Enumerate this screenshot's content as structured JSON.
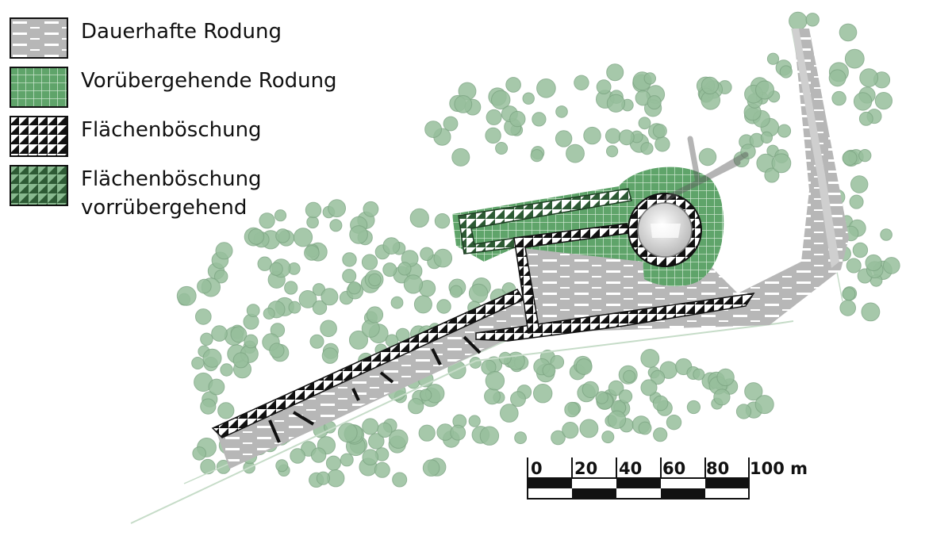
{
  "legend": [
    {
      "label": "Dauerhafte Rodung",
      "pattern": "permanent-clearing"
    },
    {
      "label": "Vorübergehende Rodung",
      "pattern": "temporary-clearing"
    },
    {
      "label": "Flächenböschung",
      "pattern": "embankment"
    },
    {
      "label": "Flächenböschung\nvorrübergehend",
      "pattern": "temporary-embankment"
    }
  ],
  "scale_bar": {
    "ticks": [
      "0",
      "20",
      "40",
      "60",
      "80",
      "100 m"
    ]
  },
  "colors": {
    "tree": "#97bf9c",
    "tree_outline": "#7ea684",
    "permanent_clearing": "#b7b7b7",
    "temporary_clearing": "#5fa46a",
    "embankment": "#111111",
    "temporary_embankment": "#2d5a34"
  }
}
